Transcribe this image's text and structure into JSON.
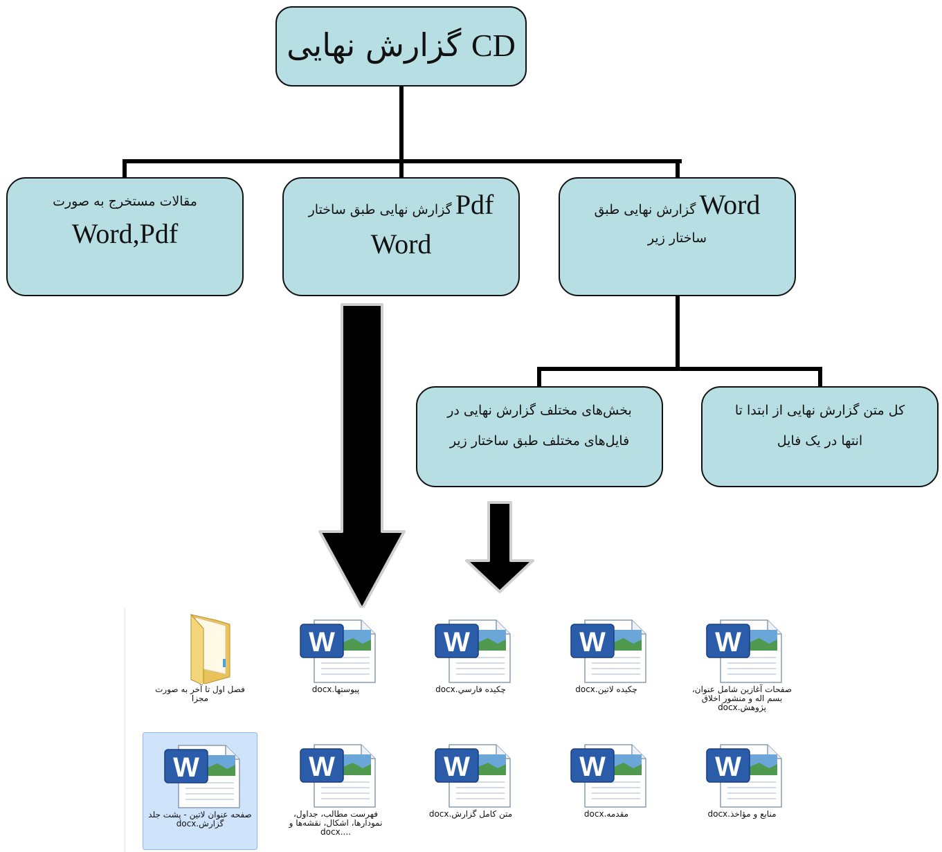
{
  "root": {
    "title_en": "CD",
    "title_fa": "گزارش نهایی"
  },
  "branches": [
    {
      "id": "articles",
      "line1": "مقالات مستخرج به صورت",
      "line2": "Word,Pdf"
    },
    {
      "id": "pdf",
      "prefix": "Pdf",
      "line1": "گزارش نهایی طبق ساختار",
      "line2": "Word"
    },
    {
      "id": "word",
      "prefix": "Word",
      "line1": "گزارش نهایی طبق",
      "line2": "ساختار زیر"
    }
  ],
  "sub_branches": [
    {
      "id": "parts",
      "line1": "بخش‌های مختلف گزارش نهایی در",
      "line2": "فایل‌های مختلف طبق ساختار زیر"
    },
    {
      "id": "whole",
      "line1": "کل متن گزارش نهایی از ابتدا تا",
      "line2": "انتها در یک فایل"
    }
  ],
  "files_row1": [
    {
      "type": "folder",
      "name": "فصل اول تا آخر به صورت مجزا"
    },
    {
      "type": "docx",
      "name": "پیوستها.docx"
    },
    {
      "type": "docx",
      "name": "چکیده فارسي.docx"
    },
    {
      "type": "docx",
      "name": "چکیده لاتین.docx"
    },
    {
      "type": "docx",
      "name": "صفحات آغازین شامل عنوان، بسم اله و منشور اخلاق پژوهش.docx"
    }
  ],
  "files_row2": [
    {
      "type": "docx",
      "name": "صفحه عنوان لاتین - پشت جلد گزارش.docx",
      "selected": true
    },
    {
      "type": "docx",
      "name": "فهرست مطالب، جداول، نمودارها، اشکال، نقشه‌ها و ....docx"
    },
    {
      "type": "docx",
      "name": "متن کامل گزارش.docx"
    },
    {
      "type": "docx",
      "name": "مقدمه.docx"
    },
    {
      "type": "docx",
      "name": "منابع و مؤاخذ.docx"
    }
  ],
  "colors": {
    "box_fill": "#b7dfe3",
    "line": "#000000",
    "selection": "#cfe3fb",
    "word_blue": "#2a5caa"
  }
}
